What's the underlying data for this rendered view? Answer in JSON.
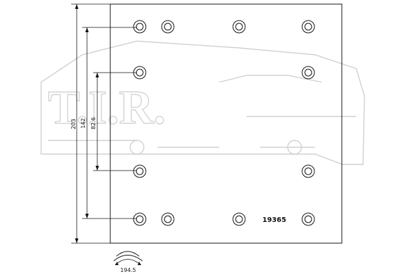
{
  "drawing": {
    "part_code": "19365",
    "dimensions": {
      "overall_height": "203",
      "outer_hole_span": "142",
      "inner_hole_span": "82.6",
      "width": "194.5"
    },
    "watermark_text": "T.I.R."
  }
}
